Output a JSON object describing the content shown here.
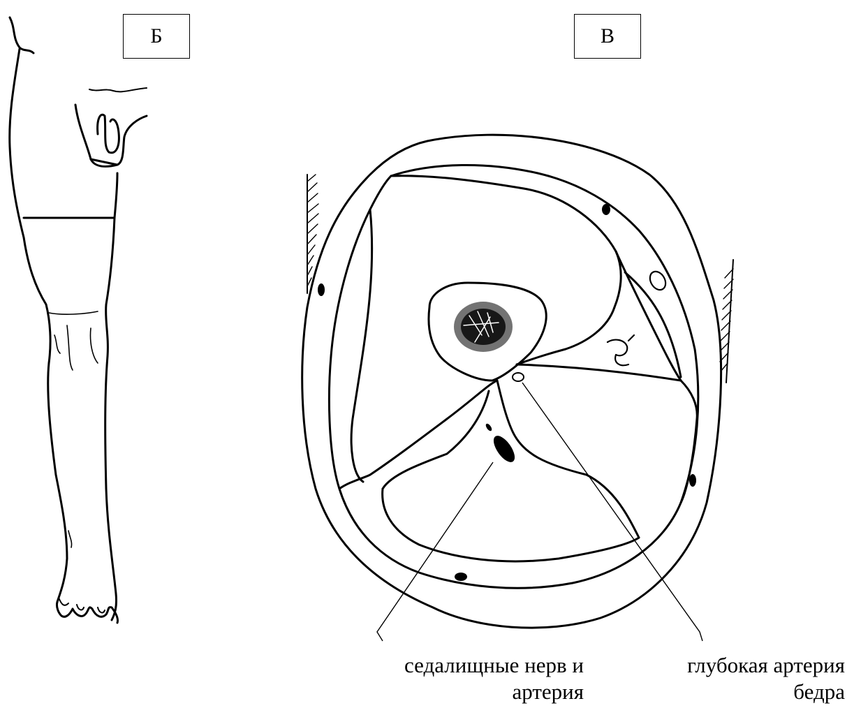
{
  "panels": {
    "left": {
      "label": "Б"
    },
    "right": {
      "label": "В"
    }
  },
  "callouts": {
    "sciatic": {
      "line1": "седалищные нерв и",
      "line2": "артерия"
    },
    "deep_artery": {
      "line1": "глубокая артерия",
      "line2": "бедра"
    }
  }
}
